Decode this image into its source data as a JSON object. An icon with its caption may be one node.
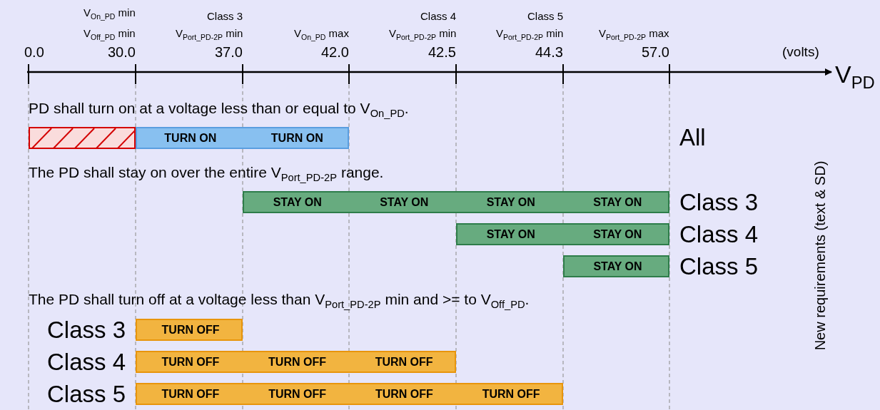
{
  "diagram": {
    "nodes": [
      {
        "text": [],
        "shape": "bar"
      },
      {
        "text": [
          "TURN ON",
          "TURN ON"
        ]
      },
      {
        "text": [
          "STAY ON",
          "STAY ON",
          "STAY ON",
          "STAY ON"
        ],
        "beside": [
          "Class 3"
        ]
      },
      {
        "text": [
          "STAY ON",
          "STAY ON"
        ],
        "beside": [
          "Class 4"
        ]
      },
      {
        "text": [
          "STAY ON"
        ],
        "beside": [
          "Class 5"
        ]
      },
      {
        "text": [
          "TURN OFF"
        ],
        "beside": [
          "Class 3"
        ]
      },
      {
        "text": [
          "TURN OFF",
          "TURN OFF",
          "TURN OFF"
        ],
        "beside": [
          "Class 4"
        ]
      },
      {
        "text": [
          "TURN OFF",
          "TURN OFF",
          "TURN OFF",
          "TURN OFF"
        ],
        "beside": [
          "Class 5"
        ]
      }
    ],
    "edges": [],
    "labels": [
      "V$_{On_PD}$ min",
      "Class 3",
      "Class 4",
      "Class 5",
      "V$_{Off_PD}$ min",
      "V$_{Port_PD-2P}$ min",
      "V$_{On_PD}$ max",
      "V$_{Port_PD-2P}$ min",
      "V$_{Port_PD-2P}$ min",
      "V$_{Port_PD-2P}$ max",
      "0.0",
      "30.0",
      "37.0",
      "42.0",
      "42.5",
      "44.3",
      "57.0",
      "(volts)",
      "V$_{PD}$",
      "PD shall turn on at a voltage less than or equal to V$_{On_PD}$.",
      "All",
      "The PD shall stay on over the entire V$_{Port_PD-2P}$ range.",
      "The PD shall turn off at a voltage less than V$_{Port_PD-2P}$ min and >= to V$_{Off_PD}$.",
      "New requirements (text & SD)"
    ]
  }
}
